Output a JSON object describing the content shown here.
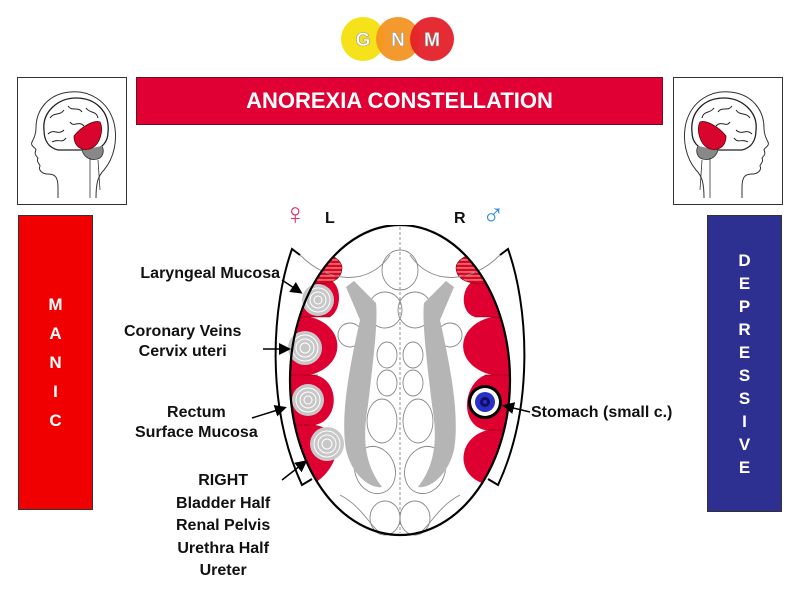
{
  "logo": {
    "letters": [
      "G",
      "N",
      "M"
    ],
    "colors": [
      "#f5e21a",
      "#f39423",
      "#e4212a"
    ]
  },
  "title": "ANOREXIA CONSTELLATION",
  "side_panels": {
    "left": {
      "label": "MANIC",
      "letters": [
        "M",
        "A",
        "N",
        "I",
        "C"
      ],
      "color": "#f00000"
    },
    "right": {
      "label": "DEPRESSIVE",
      "letters": [
        "D",
        "E",
        "P",
        "R",
        "E",
        "S",
        "S",
        "I",
        "V",
        "E"
      ],
      "color": "#2d3091"
    }
  },
  "brain_images": {
    "left": {
      "icon": "brain-head-profile-icon",
      "facing": "left",
      "highlight": "right temporal lobe"
    },
    "right": {
      "icon": "brain-head-profile-icon",
      "facing": "right",
      "highlight": "left temporal lobe"
    }
  },
  "hemispheres": {
    "left": {
      "letter": "L",
      "symbol": "♀",
      "symbol_color": "#e0306f"
    },
    "right": {
      "letter": "R",
      "symbol": "♂",
      "symbol_color": "#2f8be0"
    }
  },
  "annotations": {
    "left": [
      {
        "lines": [
          "Laryngeal Mucosa"
        ]
      },
      {
        "lines": [
          "Coronary Veins",
          "Cervix uteri"
        ]
      },
      {
        "lines": [
          "Rectum",
          "Surface Mucosa"
        ]
      },
      {
        "lines": [
          "RIGHT",
          "Bladder Half",
          "Renal Pelvis",
          "Urethra Half",
          "Ureter"
        ]
      }
    ],
    "right": [
      {
        "lines": [
          "Stomach (small c.)"
        ]
      }
    ]
  },
  "colors": {
    "relay_red": "#de0030",
    "organ_gray": "#b4b4b4",
    "target_blue": "#2a2fc8",
    "hatch_orange": "#f0a060"
  }
}
